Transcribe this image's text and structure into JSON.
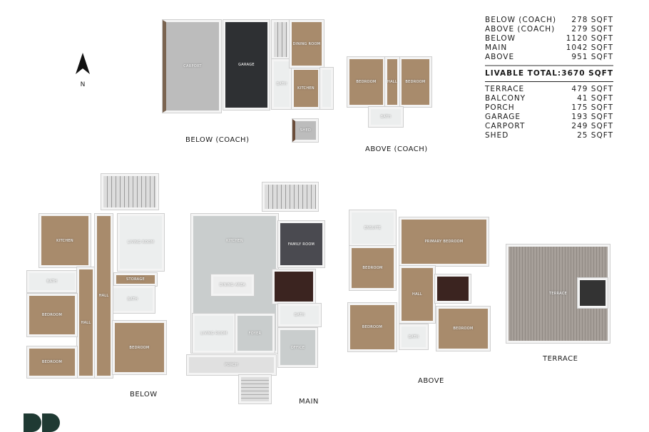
{
  "area_table": {
    "floors": [
      {
        "label": "BELOW (COACH)",
        "value": "278 SQFT"
      },
      {
        "label": "ABOVE (COACH)",
        "value": "279 SQFT"
      },
      {
        "label": "BELOW",
        "value": "1120 SQFT"
      },
      {
        "label": "MAIN",
        "value": "1042 SQFT"
      },
      {
        "label": "ABOVE",
        "value": "951 SQFT"
      }
    ],
    "total": {
      "label": "LIVABLE TOTAL:",
      "value": "3670 SQFT"
    },
    "extras": [
      {
        "label": "TERRACE",
        "value": "479 SQFT"
      },
      {
        "label": "BALCONY",
        "value": "41 SQFT"
      },
      {
        "label": "PORCH",
        "value": "175 SQFT"
      },
      {
        "label": "GARAGE",
        "value": "193 SQFT"
      },
      {
        "label": "CARPORT",
        "value": "249 SQFT"
      },
      {
        "label": "SHED",
        "value": "25 SQFT"
      }
    ]
  },
  "compass": {
    "label": "N",
    "icon": "north-arrow-icon"
  },
  "plans": {
    "below_coach": {
      "title": "BELOW (COACH)",
      "rooms": [
        "CARPORT",
        "GARAGE",
        "BATH",
        "KITCHEN",
        "DINING ROOM",
        "SHED"
      ]
    },
    "above_coach": {
      "title": "ABOVE (COACH)",
      "rooms": [
        "BEDROOM",
        "BEDROOM",
        "HALL",
        "BATH"
      ]
    },
    "below": {
      "title": "BELOW",
      "rooms": [
        "KITCHEN",
        "LIVING ROOM",
        "BATH",
        "STORAGE",
        "BATH",
        "HALL",
        "HALL",
        "BEDROOM",
        "BEDROOM",
        "BEDROOM"
      ]
    },
    "main": {
      "title": "MAIN",
      "rooms": [
        "KITCHEN",
        "FAMILY ROOM",
        "DINING AREA",
        "LIVING ROOM",
        "FOYER",
        "BATH",
        "OFFICE",
        "PORCH"
      ]
    },
    "above": {
      "title": "ABOVE",
      "rooms": [
        "ENSUITE",
        "PRIMARY BEDROOM",
        "BEDROOM",
        "HALL",
        "BEDROOM",
        "BATH",
        "BEDROOM"
      ]
    },
    "terrace": {
      "title": "TERRACE",
      "rooms": [
        "TERRACE"
      ]
    }
  },
  "colors": {
    "logo": "#1f3a33",
    "wood": "#a88b6c",
    "tile": "#c9cdcd"
  }
}
